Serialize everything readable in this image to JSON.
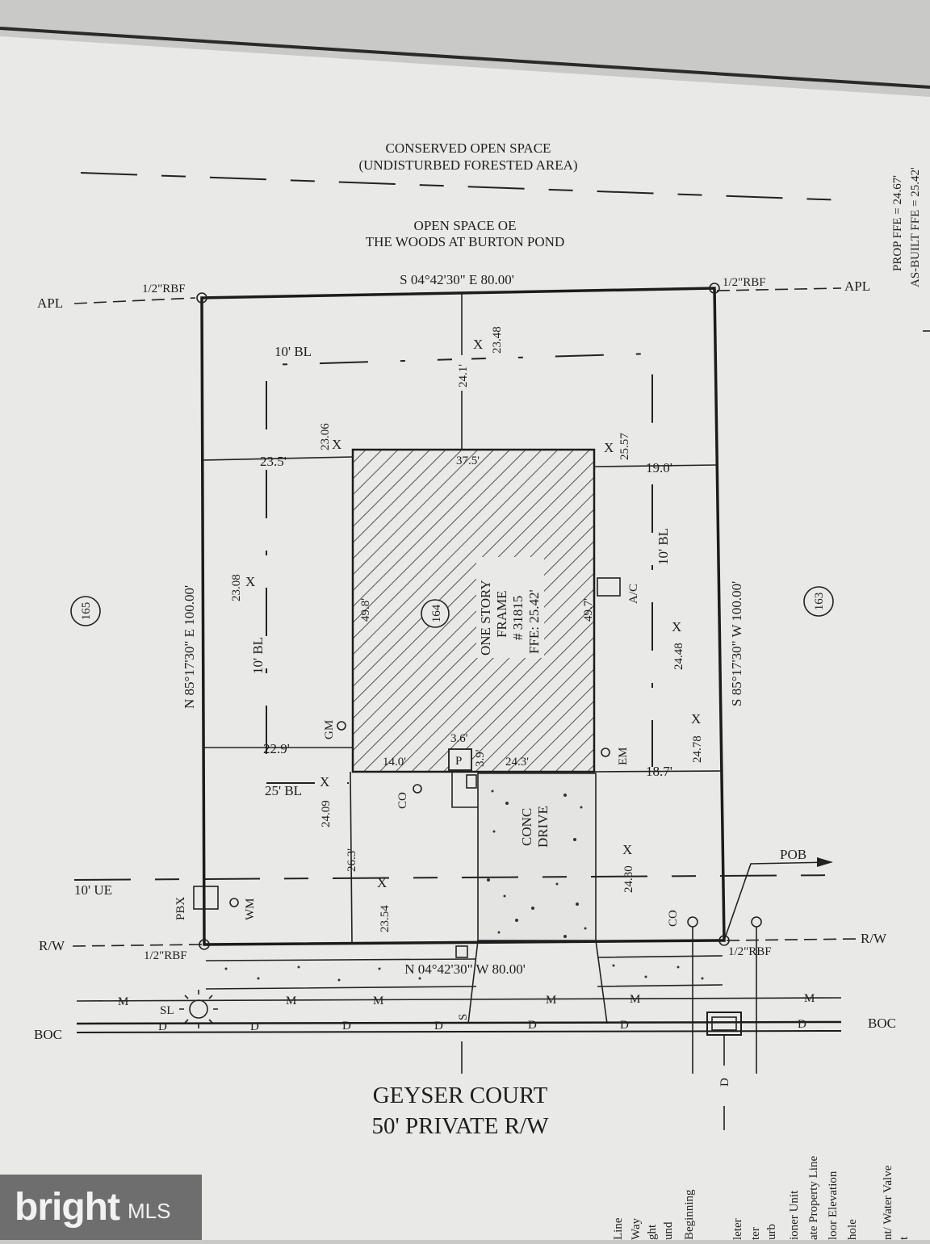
{
  "colors": {
    "paper": "#e9e9e7",
    "ink": "#1e1e1e",
    "shadow": "#c9c9c7",
    "brand_bg": "#6e6e6e"
  },
  "labels": {
    "conserved_1": "CONSERVED OPEN SPACE",
    "conserved_2": "(UNDISTURBED FORESTED AREA)",
    "open_space_1": "OPEN SPACE OE",
    "open_space_2": "THE WOODS AT BURTON POND",
    "prop_ffe": "PROP FFE = 24.67'",
    "asbuilt_ffe": "AS-BUILT FFE = 25.42'",
    "north_bearing": "S 04°42'30\" E  80.00'",
    "south_bearing": "N 04°42'30\" W  80.00'",
    "west_bearing": "N 85°17'30\" E  100.00'",
    "east_bearing": "S 85°17'30\" W  100.00'",
    "rbf_nw": "1/2\"RBF",
    "rbf_ne": "1/2\"RBF",
    "rbf_sw": "1/2\"RBF",
    "rbf_se": "1/2\"RBF",
    "apl_left": "APL",
    "apl_right": "APL",
    "rw_left": "R/W",
    "rw_right": "R/W",
    "boc_left": "BOC",
    "boc_right": "BOC",
    "ue": "10' UE",
    "pob": "POB",
    "bl_top": "10' BL",
    "bl_left": "10' BL",
    "bl_right": "10' BL",
    "bl_front": "25' BL",
    "lot_165": "165",
    "lot_164": "164",
    "lot_163": "163",
    "house_1": "ONE STORY",
    "house_2": "FRAME",
    "house_3": "# 31815",
    "house_4": "FFE: 25.42'",
    "dim_23_5": "23.5'",
    "dim_37_5": "37.5'",
    "dim_19_0": "19.0'",
    "dim_24_1": "24.1'",
    "dim_49_8": "49.8'",
    "dim_49_7": "49.7'",
    "dim_22_9": "22.9'",
    "dim_14_0": "14.0'",
    "dim_3_6": "3.6'",
    "dim_3_9": "3.9'",
    "dim_24_3": "24.3'",
    "dim_18_7": "18.7'",
    "dim_26_3": "26.3'",
    "elev_23_48": "23.48",
    "elev_23_06": "23.06",
    "elev_25_57": "25.57",
    "elev_23_08": "23.08",
    "elev_24_48": "24.48",
    "elev_24_78": "24.78",
    "elev_24_09": "24.09",
    "elev_23_54": "23.54",
    "elev_24_30": "24.30",
    "ac": "A/C",
    "gm": "GM",
    "em": "EM",
    "co_left": "CO",
    "co_right": "CO",
    "porch": "P",
    "drive_1": "CONC",
    "drive_2": "DRIVE",
    "pbx": "PBX",
    "wm": "WM",
    "sl": "SL",
    "sewer": "S",
    "street_1": "GEYSER COURT",
    "street_2": "50' PRIVATE R/W",
    "legend": [
      "Line",
      "Way",
      "ght",
      "und",
      "Beginning",
      "leter",
      "ter",
      "urb",
      "ioner Unit",
      "ate Property Line",
      "loor Elevation",
      "hole",
      "nt/ Water Valve",
      "t"
    ],
    "brand_name": "bright",
    "brand_sub": "MLS"
  }
}
